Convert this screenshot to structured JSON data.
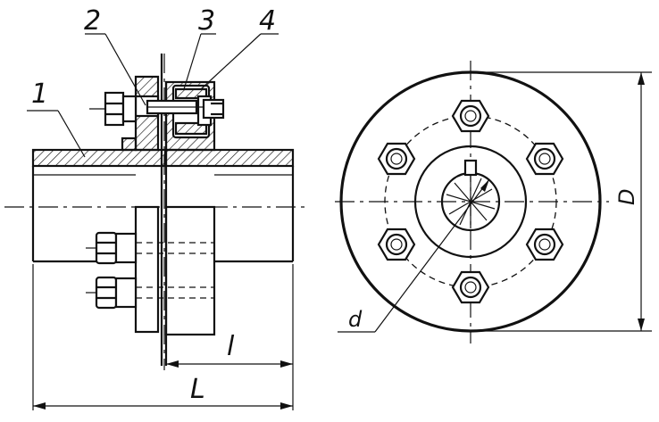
{
  "labels": {
    "part_1": "1",
    "part_2": "2",
    "part_3": "3",
    "part_4": "4",
    "dim_l": "l",
    "dim_L": "L",
    "dim_D": "D",
    "dim_d": "d"
  }
}
